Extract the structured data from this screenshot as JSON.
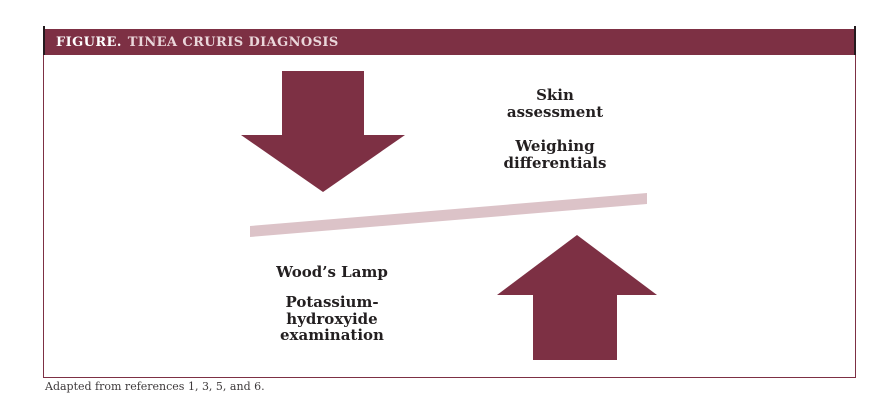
{
  "header": {
    "figure_label": "FIGURE.",
    "title": "TINEA CRURIS DIAGNOSIS"
  },
  "diagram": {
    "skin_assessment": "Skin\nassessment",
    "weighing_differentials": "Weighing\ndifferentials",
    "woods_lamp": "Wood’s Lamp",
    "koh_examination": "Potassium-\nhydroxyide\nexamination",
    "icons": {
      "down_arrow": "down-arrow-icon",
      "up_arrow": "up-arrow-icon",
      "seesaw": "seesaw-bar"
    }
  },
  "caption": "Adapted from references 1, 3, 5, and 6.",
  "colors": {
    "maroon": "#7d3044",
    "seesaw_pink": "#dcc3c8",
    "header_cap": "#231a1e",
    "header_title": "#ead6da",
    "ink": "#231f20",
    "caption_ink": "#3e3a3b"
  }
}
